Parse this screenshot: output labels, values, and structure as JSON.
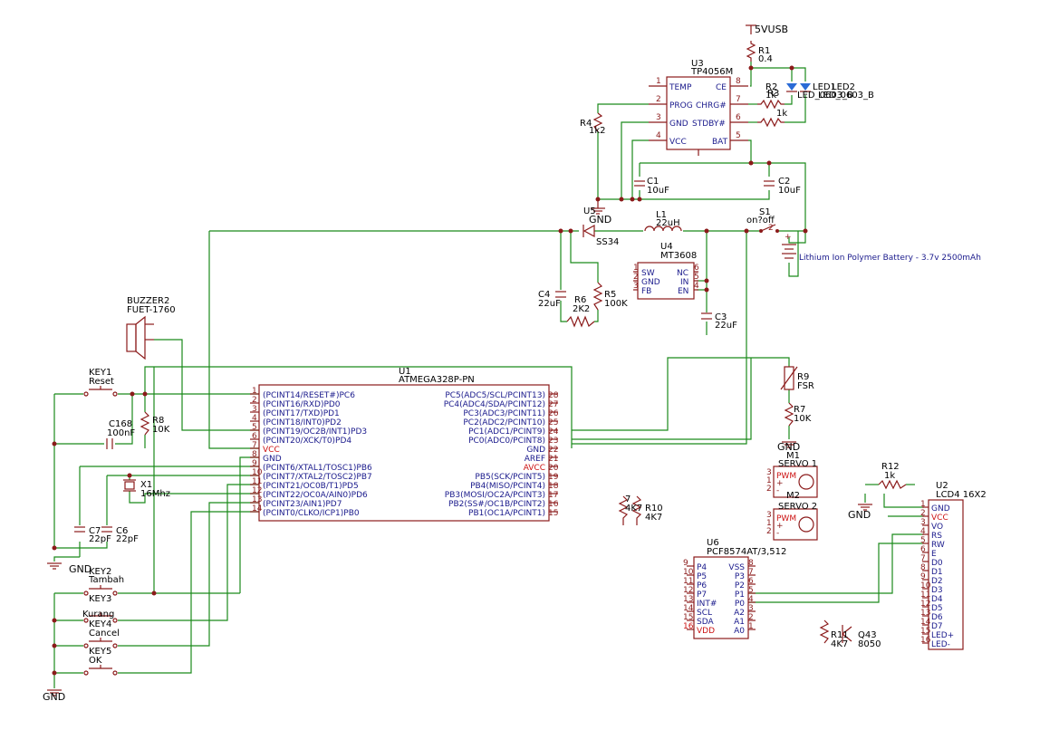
{
  "power": {
    "usb": "5VUSB",
    "gnd": "GND"
  },
  "parts": {
    "R1": {
      "ref": "R1",
      "val": "0.4"
    },
    "U3": {
      "ref": "U3",
      "val": "TP4056M",
      "pins": [
        "TEMP",
        "PROG",
        "GND",
        "VCC",
        "CE",
        "CHRG#",
        "STDBY#",
        "BAT"
      ],
      "nums": [
        "1",
        "2",
        "3",
        "4",
        "8",
        "7",
        "6",
        "5"
      ]
    },
    "R2": {
      "ref": "R2",
      "val": "1k"
    },
    "R3": {
      "ref": "R3",
      "val": "1k"
    },
    "LED1": {
      "ref": "LED1",
      "val": "LED_0603_B"
    },
    "LED2": {
      "ref": "LED2",
      "val": "LED_0603_B"
    },
    "R4": {
      "ref": "R4",
      "val": "1k2"
    },
    "C1": {
      "ref": "C1",
      "val": "10uF"
    },
    "C2": {
      "ref": "C2",
      "val": "10uF"
    },
    "U5": {
      "ref": "U5"
    },
    "D": {
      "val": "SS34"
    },
    "L1": {
      "ref": "L1",
      "val": "22uH"
    },
    "S1": {
      "ref": "S1",
      "val": "on?off"
    },
    "BT": {
      "val": "Lithium Ion Polymer Battery - 3.7v 2500mAh"
    },
    "U4": {
      "ref": "U4",
      "val": "MT3608",
      "pins": [
        "SW",
        "GND",
        "FB",
        "NC",
        "IN",
        "EN"
      ],
      "nums": [
        "1",
        "2",
        "3",
        "6",
        "5",
        "4"
      ]
    },
    "C4": {
      "ref": "C4",
      "val": "22uF"
    },
    "R6": {
      "ref": "R6",
      "val": "2K2"
    },
    "R5": {
      "ref": "R5",
      "val": "100K"
    },
    "C3": {
      "ref": "C3",
      "val": "22uF"
    },
    "BZ": {
      "ref": "BUZZER2",
      "val": "FUET-1760"
    },
    "KEY1": {
      "ref": "KEY1",
      "val": "Reset"
    },
    "C168": {
      "ref": "C168",
      "val": "100nF"
    },
    "R8": {
      "ref": "R8",
      "val": "10K"
    },
    "X1": {
      "ref": "X1",
      "val": "16Mhz"
    },
    "C7": {
      "ref": "C7",
      "val": "22pF"
    },
    "C6": {
      "ref": "C6",
      "val": "22pF"
    },
    "U1": {
      "ref": "U1",
      "val": "ATMEGA328P-PN",
      "left": [
        "(PCINT14/RESET#)PC6",
        "(PCINT16/RXD)PD0",
        "(PCINT17/TXD)PD1",
        "(PCINT18/INT0)PD2",
        "(PCINT19/OC2B/INT1)PD3",
        "(PCINT20/XCK/T0)PD4",
        "VCC",
        "GND",
        "(PCINT6/XTAL1/TOSC1)PB6",
        "(PCINT7/XTAL2/TOSC2)PB7",
        "(PCINT21/OC0B/T1)PD5",
        "(PCINT22/OC0A/AIN0)PD6",
        "(PCINT23/AIN1)PD7",
        "(PCINT0/CLKO/ICP1)PB0"
      ],
      "leftNums": [
        "1",
        "2",
        "3",
        "4",
        "5",
        "6",
        "7",
        "8",
        "9",
        "10",
        "11",
        "12",
        "13",
        "14"
      ],
      "right": [
        "PC5(ADC5/SCL/PCINT13)",
        "PC4(ADC4/SDA/PCINT12)",
        "PC3(ADC3/PCINT11)",
        "PC2(ADC2/PCINT10)",
        "PC1(ADC1/PCINT9)",
        "PC0(ADC0/PCINT8)",
        "GND",
        "AREF",
        "AVCC",
        "PB5(SCK/PCINT5)",
        "PB4(MISO/PCINT4)",
        "PB3(MOSI/OC2A/PCINT3)",
        "PB2(SS#/OC1B/PCINT2)",
        "PB1(OC1A/PCINT1)"
      ],
      "rightNums": [
        "28",
        "27",
        "26",
        "25",
        "24",
        "23",
        "22",
        "21",
        "20",
        "19",
        "18",
        "17",
        "16",
        "15"
      ]
    },
    "R9": {
      "ref": "R9",
      "val": "FSR"
    },
    "R7": {
      "ref": "R7",
      "val": "10K"
    },
    "M1": {
      "ref": "M1",
      "val": "SERVO 1"
    },
    "M2": {
      "ref": "M2",
      "val": "SERVO 2"
    },
    "R10": {
      "ref": "R10",
      "val": "4K7"
    },
    "R7b": {
      "ref": "7",
      "val": "4K7"
    },
    "R12": {
      "ref": "R12",
      "val": "1k"
    },
    "U2": {
      "ref": "U2",
      "val": "LCD4 16X2",
      "pins": [
        "GND",
        "VCC",
        "VO",
        "RS",
        "RW",
        "E",
        "D0",
        "D1",
        "D2",
        "D3",
        "D4",
        "D5",
        "D6",
        "D7",
        "LED+",
        "LED-"
      ]
    },
    "U6": {
      "ref": "U6",
      "val": "PCF8574AT/3,512",
      "left": [
        "P4",
        "P5",
        "P6",
        "P7",
        "INT#",
        "SCL",
        "SDA",
        "VDD"
      ],
      "leftNums": [
        "9",
        "10",
        "11",
        "12",
        "13",
        "14",
        "15",
        "16"
      ],
      "right": [
        "VSS",
        "P3",
        "P2",
        "P1",
        "P0",
        "A2",
        "A1",
        "A0"
      ],
      "rightNums": [
        "8",
        "7",
        "6",
        "5",
        "4",
        "3",
        "2",
        "1"
      ]
    },
    "R11": {
      "ref": "R11",
      "val": "4K7"
    },
    "Q43": {
      "ref": "Q43",
      "val": "8050"
    },
    "KEY2": {
      "ref": "KEY2",
      "val": "Tambah"
    },
    "KEY3": {
      "ref": "KEY3",
      "val": "Kurang"
    },
    "KEY4": {
      "ref": "KEY4",
      "val": "Cancel"
    },
    "KEY5": {
      "ref": "KEY5",
      "val": "OK"
    },
    "servoPins": {
      "pwm": "PWM",
      "plus": "+",
      "minus": "-",
      "n1": "1",
      "n2": "2",
      "n3": "3"
    },
    "pinNums": {
      "p1": "1",
      "p2": "2"
    }
  }
}
